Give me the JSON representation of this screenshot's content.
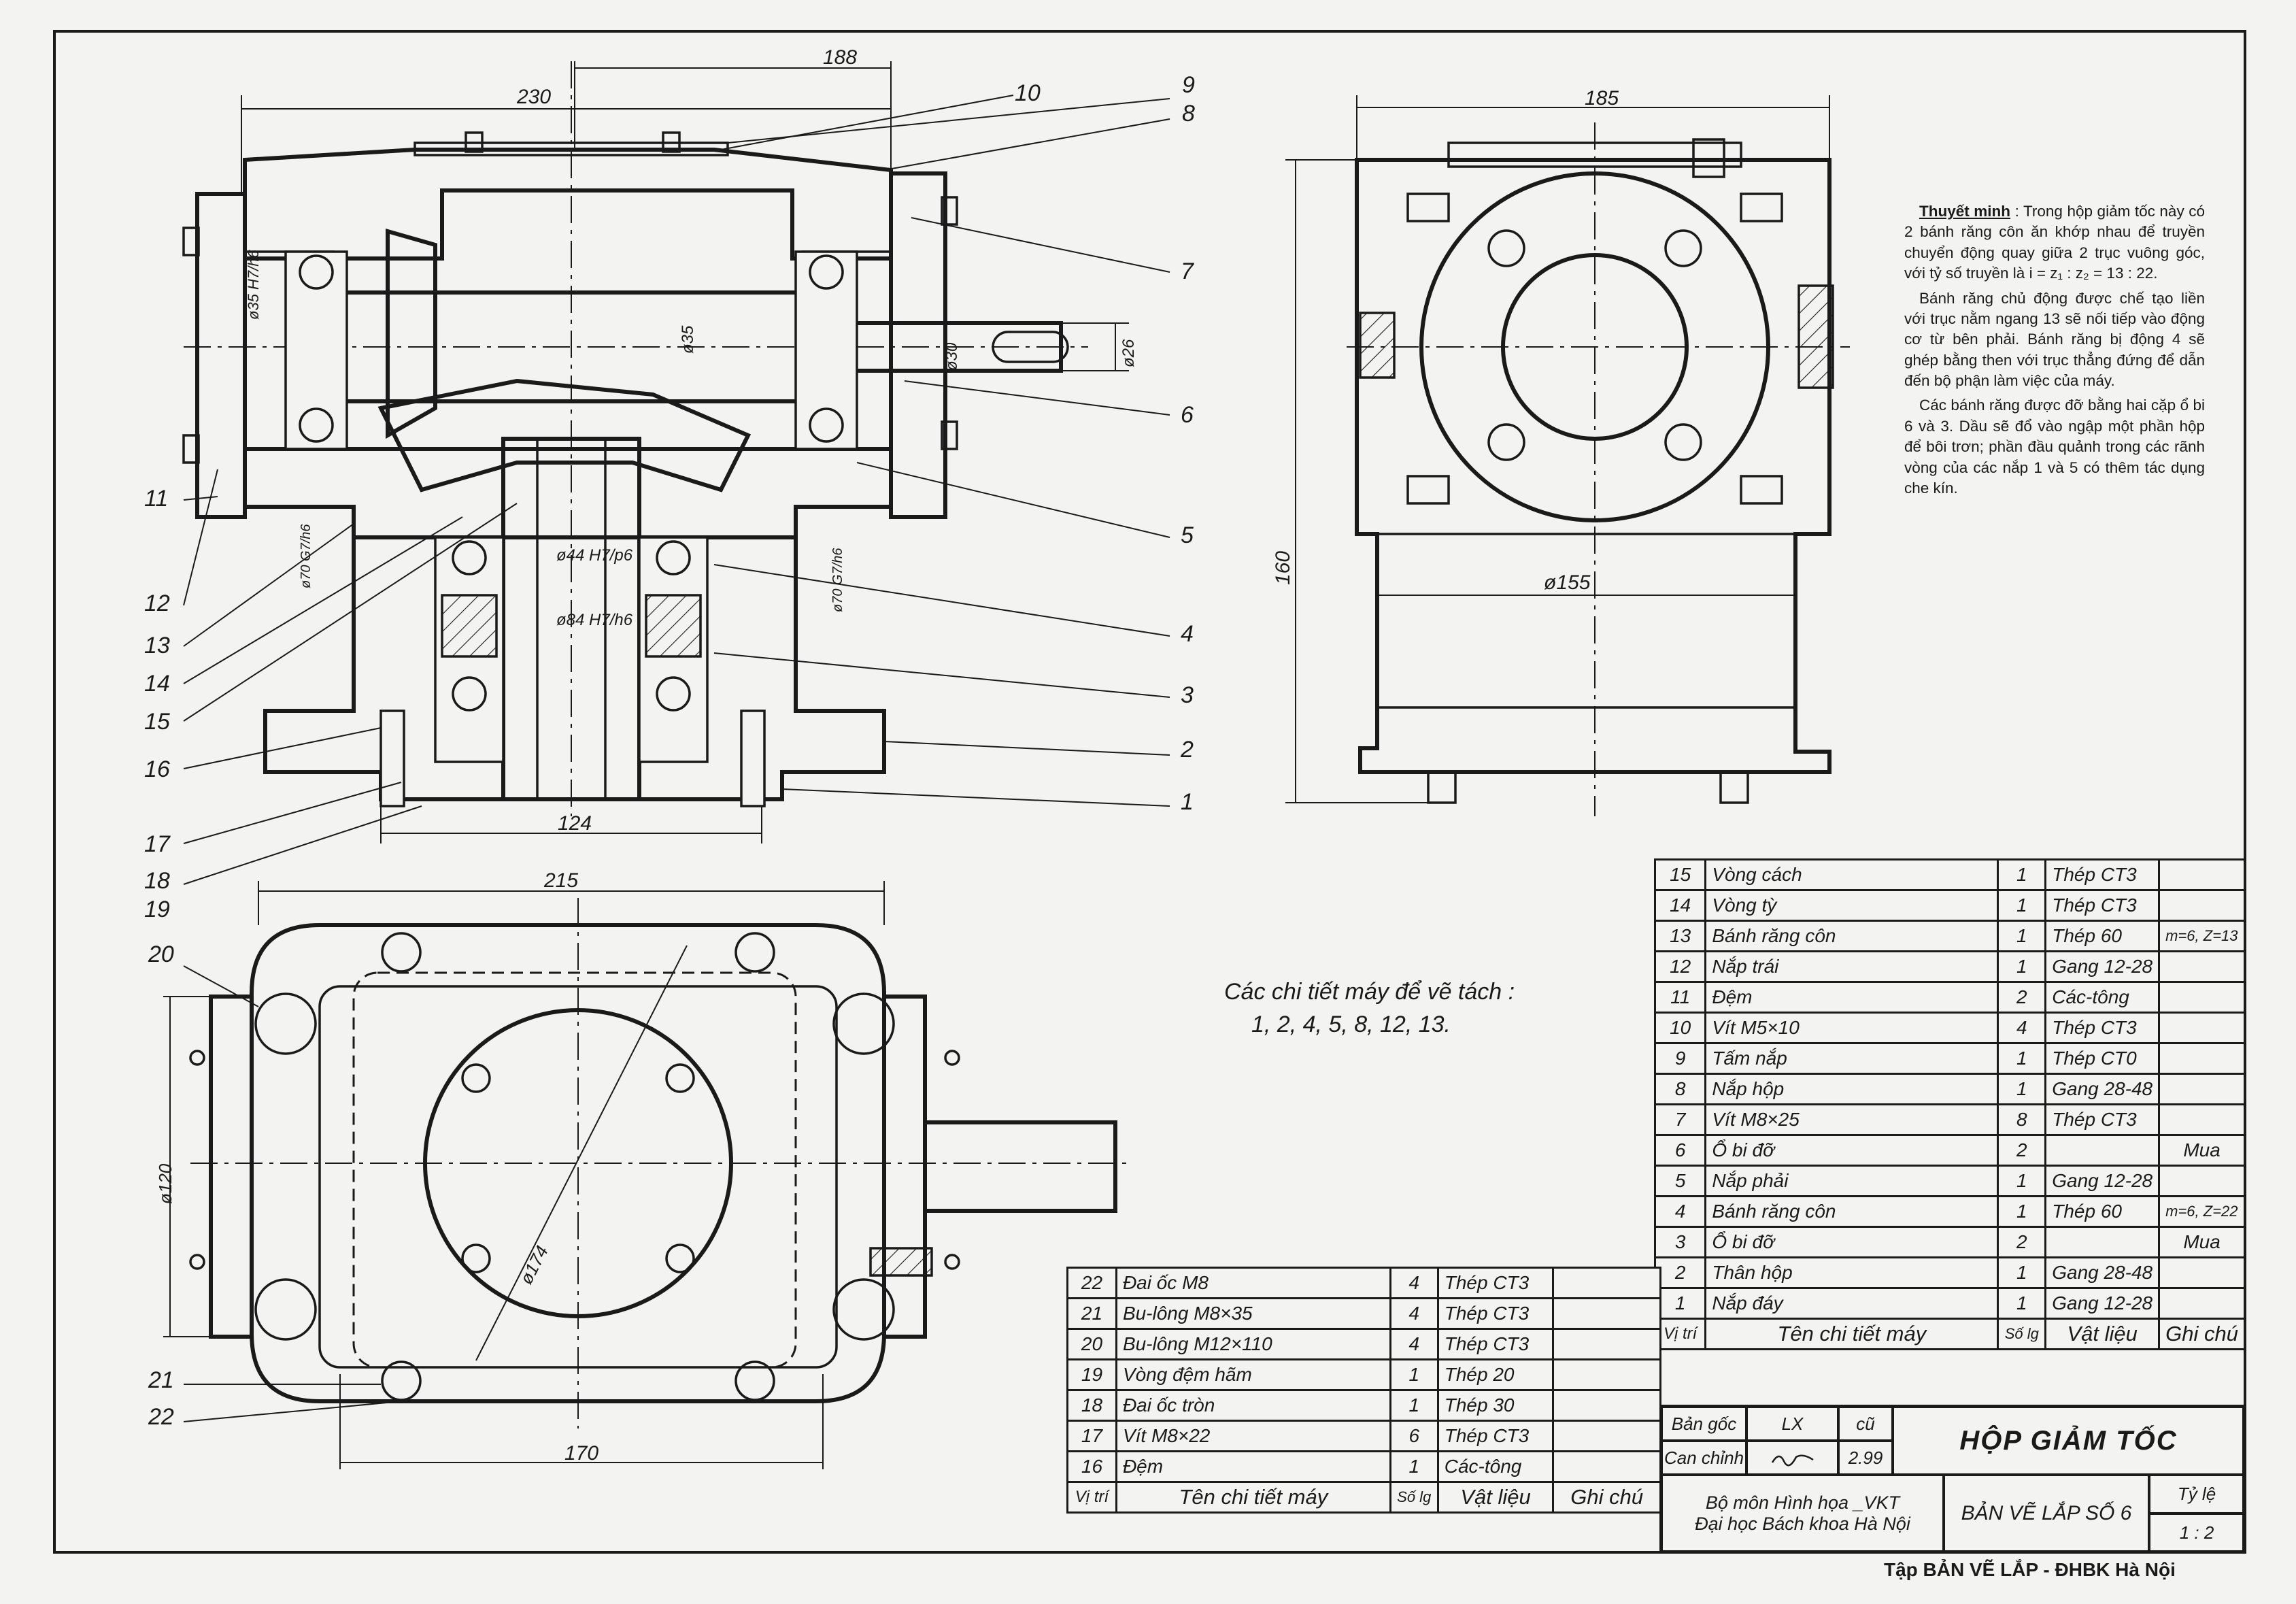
{
  "callouts": {
    "n1": "1",
    "n2": "2",
    "n3": "3",
    "n4": "4",
    "n5": "5",
    "n6": "6",
    "n7": "7",
    "n8": "8",
    "n9": "9",
    "n10": "10",
    "n11": "11",
    "n12": "12",
    "n13": "13",
    "n14": "14",
    "n15": "15",
    "n16": "16",
    "n17": "17",
    "n18": "18",
    "n19": "19",
    "n20": "20",
    "n21": "21",
    "n22": "22"
  },
  "dimensions": {
    "d230": "230",
    "d188": "188",
    "d124": "124",
    "d215": "215",
    "d170": "170",
    "d185": "185",
    "d160": "160",
    "d155": "ø155",
    "d120": "ø120",
    "d174": "ø174",
    "d35h7": "ø35 H7/h6",
    "d35b": "ø35",
    "d30": "ø30",
    "d26": "ø26",
    "d44": "ø44 H7/p6",
    "d84": "ø84 H7/h6",
    "d70a": "ø70 G7/h6",
    "d70b": "ø70 G7/h6"
  },
  "note": {
    "heading": "Thuyết minh",
    "p1": "Trong hộp giảm tốc này có 2 bánh răng côn ăn khớp nhau để truyền chuyển động quay giữa 2 trục vuông góc, với tỷ số truyền là i = z₁ : z₂ = 13 : 22.",
    "p2": "Bánh răng chủ động được chế tạo liền với trục nằm ngang 13 sẽ nối tiếp vào động cơ từ bên phải. Bánh răng bị động 4 sẽ ghép bằng then với trục thẳng đứng để dẫn đến bộ phận làm việc của máy.",
    "p3": "Các bánh răng được đỡ bằng hai cặp ổ bi 6 và 3. Dầu sẽ đổ vào ngập một phần hộp để bôi trơn; phần đầu quảnh trong các rãnh vòng của các nắp 1 và 5 có thêm tác dụng che kín."
  },
  "detach": {
    "title": "Các chi tiết máy để vẽ tách :",
    "list": "1, 2, 4, 5, 8, 12, 13."
  },
  "right_table": {
    "rows": [
      {
        "no": "15",
        "name": "Vòng cách",
        "qty": "1",
        "mat": "Thép CT3",
        "note": ""
      },
      {
        "no": "14",
        "name": "Vòng tỳ",
        "qty": "1",
        "mat": "Thép CT3",
        "note": ""
      },
      {
        "no": "13",
        "name": "Bánh răng côn",
        "qty": "1",
        "mat": "Thép 60",
        "note": "m=6, Z=13"
      },
      {
        "no": "12",
        "name": "Nắp trái",
        "qty": "1",
        "mat": "Gang 12-28",
        "note": ""
      },
      {
        "no": "11",
        "name": "Đệm",
        "qty": "2",
        "mat": "Các-tông",
        "note": ""
      },
      {
        "no": "10",
        "name": "Vít M5×10",
        "qty": "4",
        "mat": "Thép CT3",
        "note": ""
      },
      {
        "no": "9",
        "name": "Tấm nắp",
        "qty": "1",
        "mat": "Thép CT0",
        "note": ""
      },
      {
        "no": "8",
        "name": "Nắp hộp",
        "qty": "1",
        "mat": "Gang 28-48",
        "note": ""
      },
      {
        "no": "7",
        "name": "Vít M8×25",
        "qty": "8",
        "mat": "Thép CT3",
        "note": ""
      },
      {
        "no": "6",
        "name": "Ổ bi đỡ",
        "qty": "2",
        "mat": "",
        "note": "Mua"
      },
      {
        "no": "5",
        "name": "Nắp phải",
        "qty": "1",
        "mat": "Gang 12-28",
        "note": ""
      },
      {
        "no": "4",
        "name": "Bánh răng côn",
        "qty": "1",
        "mat": "Thép 60",
        "note": "m=6, Z=22"
      },
      {
        "no": "3",
        "name": "Ổ bi đỡ",
        "qty": "2",
        "mat": "",
        "note": "Mua"
      },
      {
        "no": "2",
        "name": "Thân hộp",
        "qty": "1",
        "mat": "Gang 28-48",
        "note": ""
      },
      {
        "no": "1",
        "name": "Nắp đáy",
        "qty": "1",
        "mat": "Gang 12-28",
        "note": ""
      }
    ],
    "header": {
      "no": "Vị trí",
      "name": "Tên chi tiết máy",
      "qty": "Số lg",
      "mat": "Vật liệu",
      "note": "Ghi chú"
    }
  },
  "left_table": {
    "rows": [
      {
        "no": "22",
        "name": "Đai ốc M8",
        "qty": "4",
        "mat": "Thép CT3",
        "note": ""
      },
      {
        "no": "21",
        "name": "Bu-lông M8×35",
        "qty": "4",
        "mat": "Thép CT3",
        "note": ""
      },
      {
        "no": "20",
        "name": "Bu-lông M12×110",
        "qty": "4",
        "mat": "Thép CT3",
        "note": ""
      },
      {
        "no": "19",
        "name": "Vòng đệm hãm",
        "qty": "1",
        "mat": "Thép 20",
        "note": ""
      },
      {
        "no": "18",
        "name": "Đai ốc tròn",
        "qty": "1",
        "mat": "Thép 30",
        "note": ""
      },
      {
        "no": "17",
        "name": "Vít M8×22",
        "qty": "6",
        "mat": "Thép CT3",
        "note": ""
      },
      {
        "no": "16",
        "name": "Đệm",
        "qty": "1",
        "mat": "Các-tông",
        "note": ""
      }
    ],
    "header": {
      "no": "Vị trí",
      "name": "Tên chi tiết máy",
      "qty": "Số lg",
      "mat": "Vật liệu",
      "note": "Ghi chú"
    }
  },
  "title_block": {
    "ban_goc": "Bản gốc",
    "lx": "LX",
    "cu": "cũ",
    "can_chinh": "Can chỉnh",
    "date": "2.99",
    "title": "HỘP GIẢM TỐC",
    "department": "Bộ môn Hình họa _VKT",
    "university": "Đại học Bách khoa Hà Nội",
    "drawing": "BẢN VẼ LẮP SỐ 6",
    "scale_label": "Tỷ lệ",
    "scale": "1 : 2"
  },
  "footer": "Tập BẢN VẼ LẮP - ĐHBK Hà Nội"
}
